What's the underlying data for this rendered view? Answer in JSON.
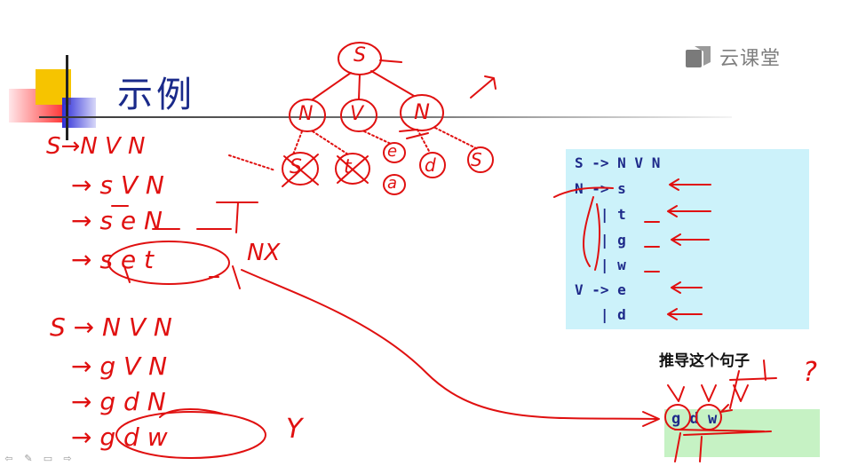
{
  "slide": {
    "title": "示例",
    "watermark": {
      "text": "云课堂",
      "icon": "cloud-classroom-logo-icon"
    }
  },
  "grammar": {
    "lines": [
      "S -> N V N",
      "N -> s",
      "   | t",
      "   | g",
      "   | w",
      "V -> e",
      "   | d"
    ]
  },
  "sentence": {
    "label": "推导这个句子",
    "words": "g d w"
  },
  "handwriting": {
    "derivation_1": [
      "S→N V N",
      "→ s V N",
      "→ s e N",
      "→ s e t",
      "NX"
    ],
    "derivation_2": [
      "S → N V N",
      "→ g V N",
      "→ g d N",
      "→ g d w",
      "Y"
    ],
    "tree": {
      "root": "S",
      "level1": [
        "N",
        "V",
        "N"
      ],
      "leaves": [
        "S",
        "t",
        "e",
        "a",
        "d",
        "S"
      ]
    },
    "marks": {
      "question": "?"
    }
  },
  "nav": {
    "icons": [
      "prev-arrow-icon",
      "pen-icon",
      "menu-icon",
      "next-arrow-icon"
    ]
  },
  "colors": {
    "title": "#1a2a8a",
    "ink": "#e01010",
    "grammar_bg": "#ccf2fa",
    "sentence_bg": "#c6f2c4"
  }
}
